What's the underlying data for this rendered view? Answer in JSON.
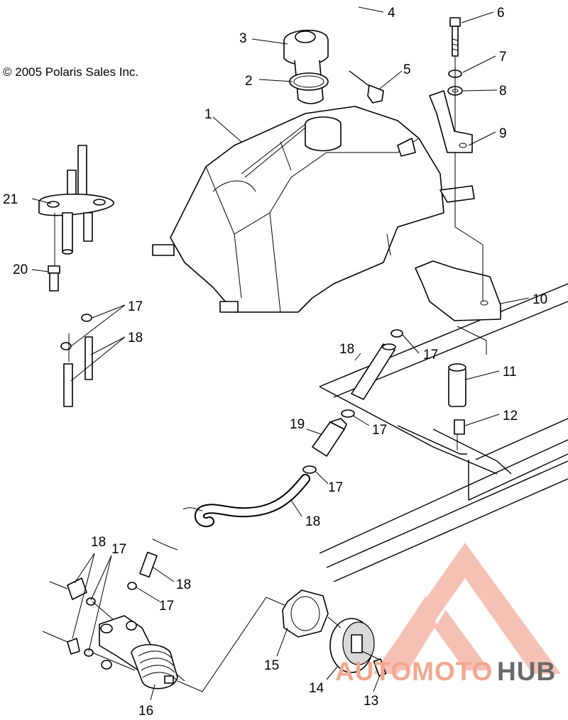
{
  "copyright": "© 2005 Polaris Sales Inc.",
  "callouts": {
    "c1": "1",
    "c2": "2",
    "c3": "3",
    "c4": "4",
    "c5": "5",
    "c6": "6",
    "c7": "7",
    "c8": "8",
    "c9": "9",
    "c10": "10",
    "c11": "11",
    "c12": "12",
    "c13": "13",
    "c14": "14",
    "c15": "15",
    "c16": "16",
    "c17a": "17",
    "c17b": "17",
    "c17c": "17",
    "c17d": "17",
    "c17e": "17",
    "c17f": "17",
    "c18a": "18",
    "c18b": "18",
    "c18c": "18",
    "c18d": "18",
    "c18e": "18",
    "c19": "19",
    "c20": "20",
    "c21": "21"
  },
  "watermark": {
    "text_part1": "AUTOMOTO",
    "text_part2": "HUB",
    "color_primary": "#f2a78f",
    "color_secondary": "#6a6a6a",
    "icon": "triangle-logo-icon"
  }
}
